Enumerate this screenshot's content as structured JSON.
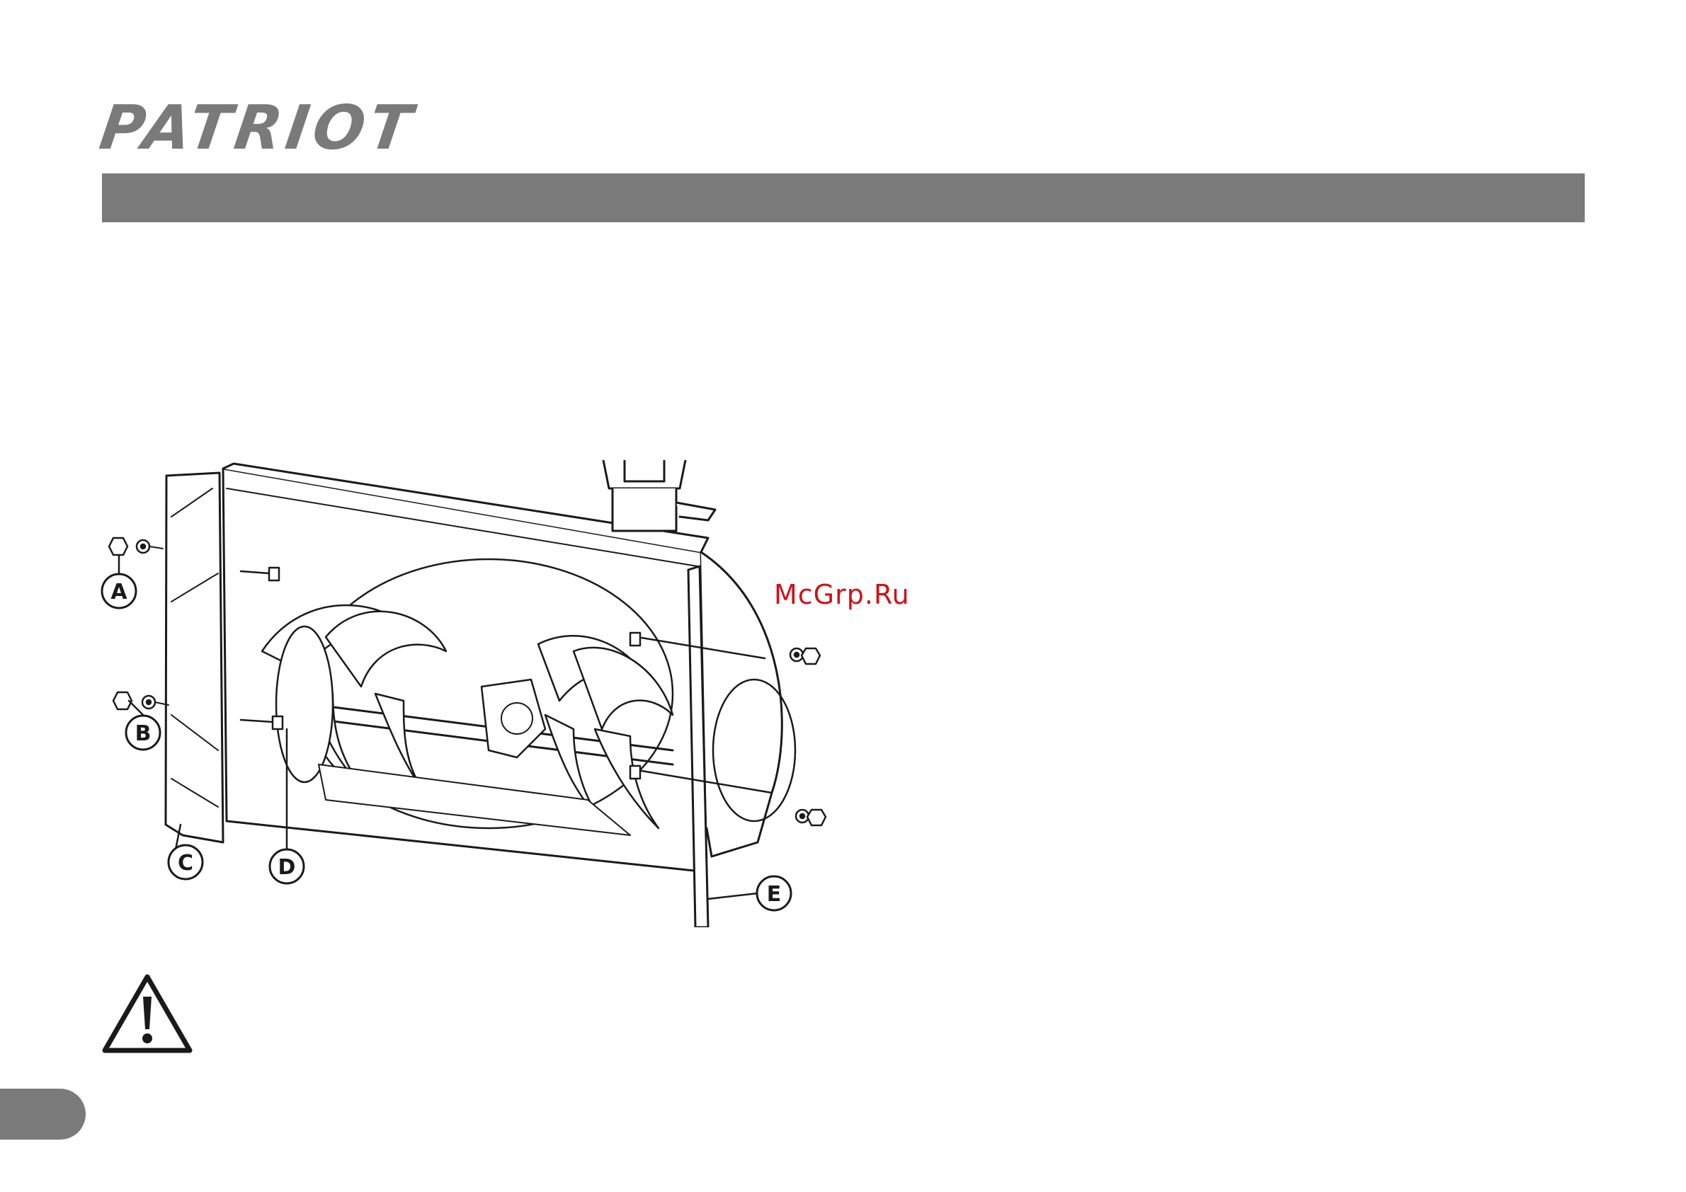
{
  "header": {
    "brand": "PATRIOT"
  },
  "section_title": "",
  "figure": {
    "labels": {
      "a": "A",
      "b": "B",
      "c": "C",
      "d": "D",
      "e": "E"
    }
  },
  "watermark": "McGrp.Ru",
  "icons": {
    "warning": "warning-triangle-icon"
  },
  "colors": {
    "bar": "#7b7a7b",
    "logo": "#7a7a7b",
    "watermark": "#d20f17"
  }
}
